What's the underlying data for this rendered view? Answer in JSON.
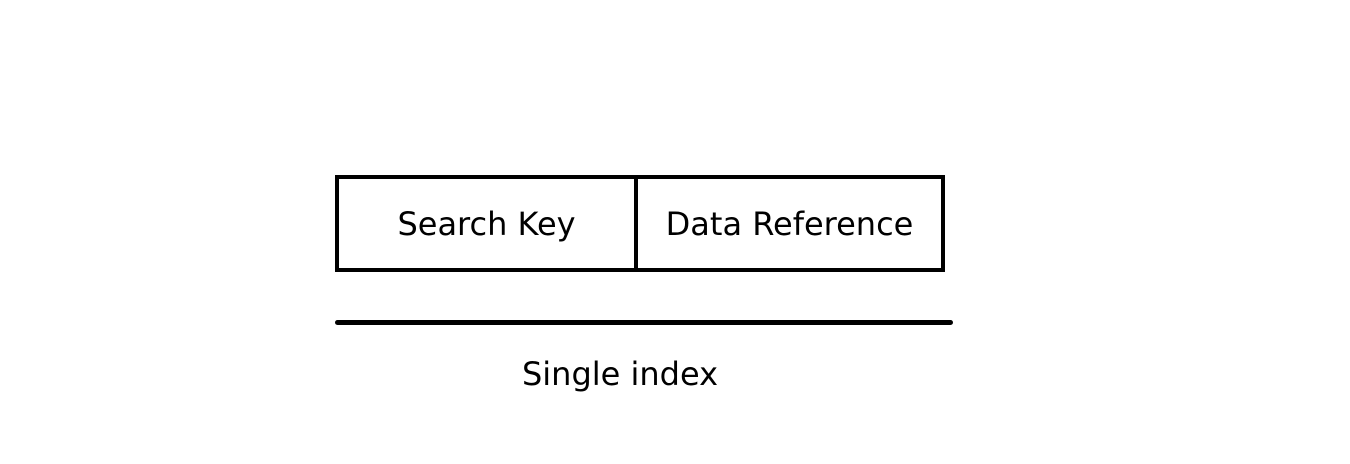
{
  "entry": {
    "search_key_label": "Search Key",
    "data_reference_label": "Data Reference"
  },
  "caption": "Single index",
  "colors": {
    "stroke": "#000000",
    "background": "#ffffff"
  }
}
